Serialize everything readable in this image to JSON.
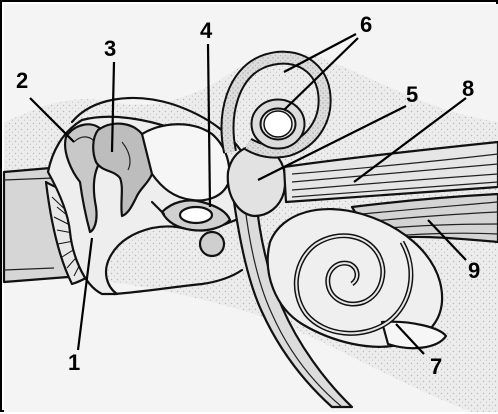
{
  "labels": {
    "l1": "1",
    "l2": "2",
    "l3": "3",
    "l4": "4",
    "l5": "5",
    "l6": "6",
    "l7": "7",
    "l8": "8",
    "l9": "9"
  },
  "colors": {
    "ink": "#111111",
    "tissue_light": "#f2f2f2",
    "tissue_mid": "#e2e2e2",
    "tissue_dark": "#c8c8c8",
    "canal": "#d6d6d6"
  }
}
